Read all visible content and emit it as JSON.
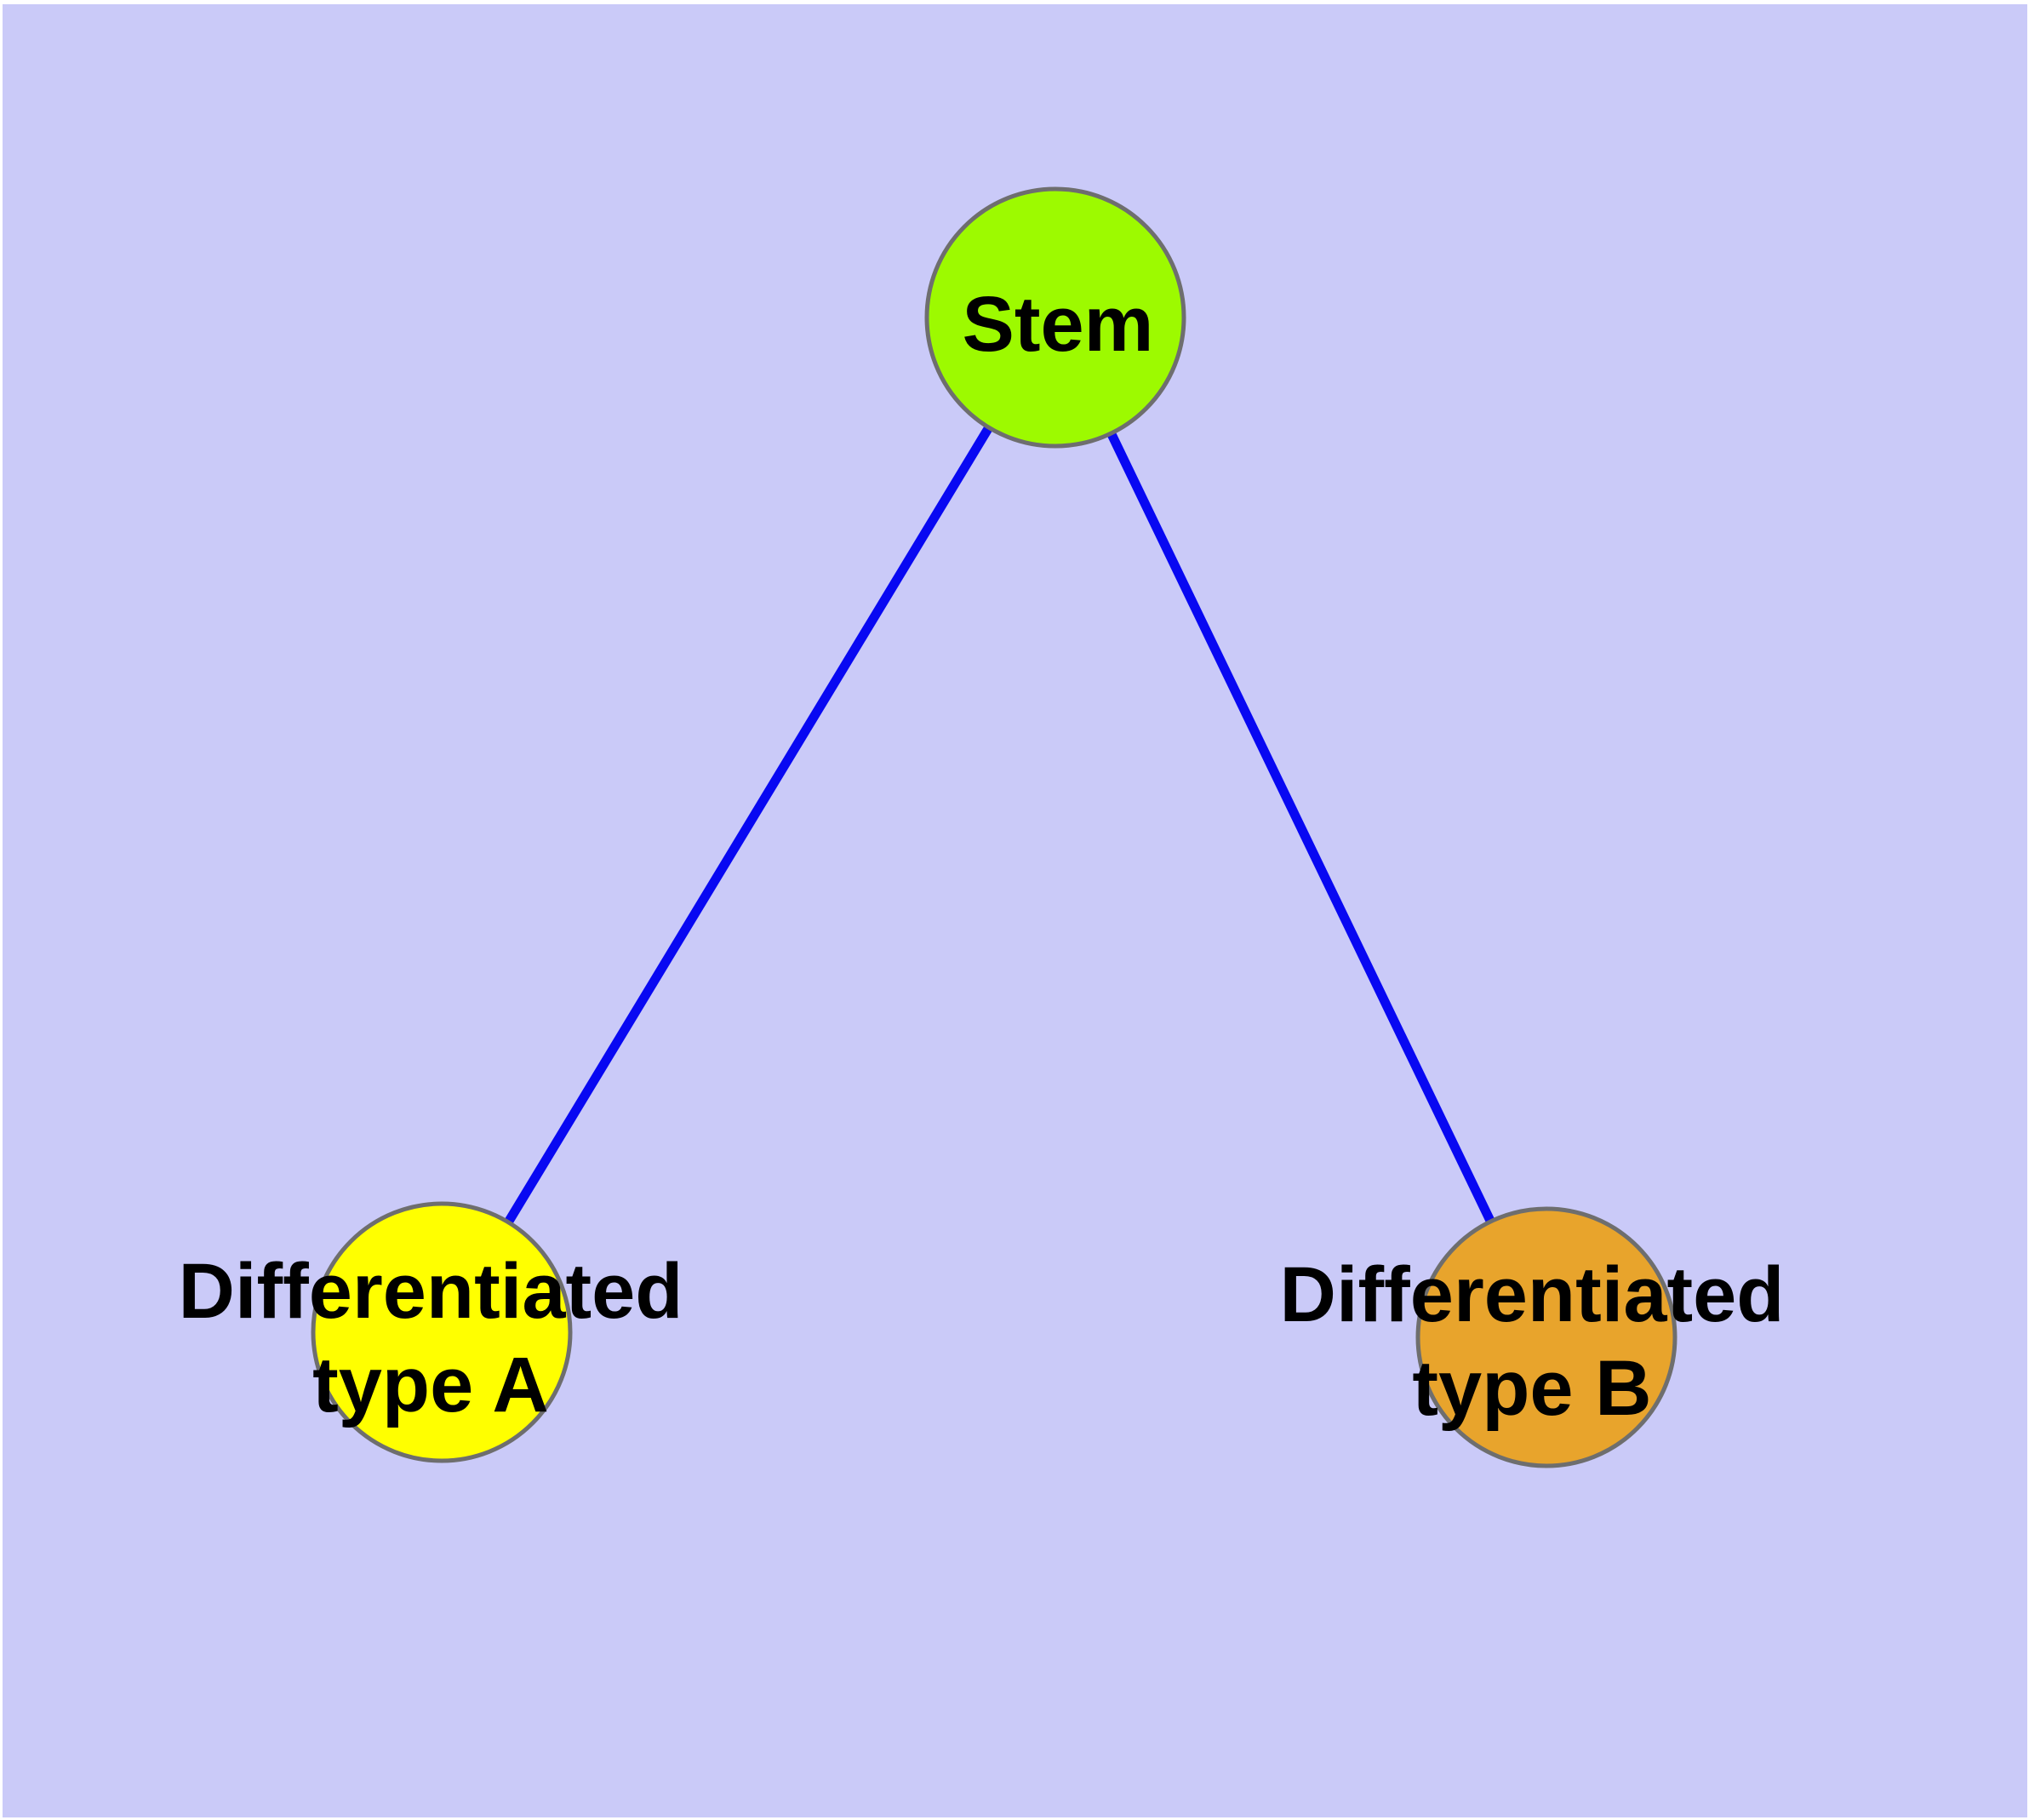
{
  "figure": {
    "type": "graph-diagram",
    "title": "",
    "colors": {
      "page_margin": "#FFFFFF",
      "background": "#CACAF8",
      "edge": "#0808F2",
      "node_stroke": "#6E6E6E",
      "label": "#000000"
    },
    "nodes": [
      {
        "id": "stem",
        "label": "Stem",
        "fill": "#9DFA00"
      },
      {
        "id": "differentiated-type-a",
        "label_line1": "Differentiated",
        "label_line2": "type A",
        "fill": "#FFFF00"
      },
      {
        "id": "differentiated-type-b",
        "label_line1": "Differentiated",
        "label_line2": "type B",
        "fill": "#E8A42C"
      }
    ],
    "edges": [
      {
        "from": "Stem",
        "to": "Differentiated type A"
      },
      {
        "from": "Stem",
        "to": "Differentiated type B"
      }
    ]
  }
}
